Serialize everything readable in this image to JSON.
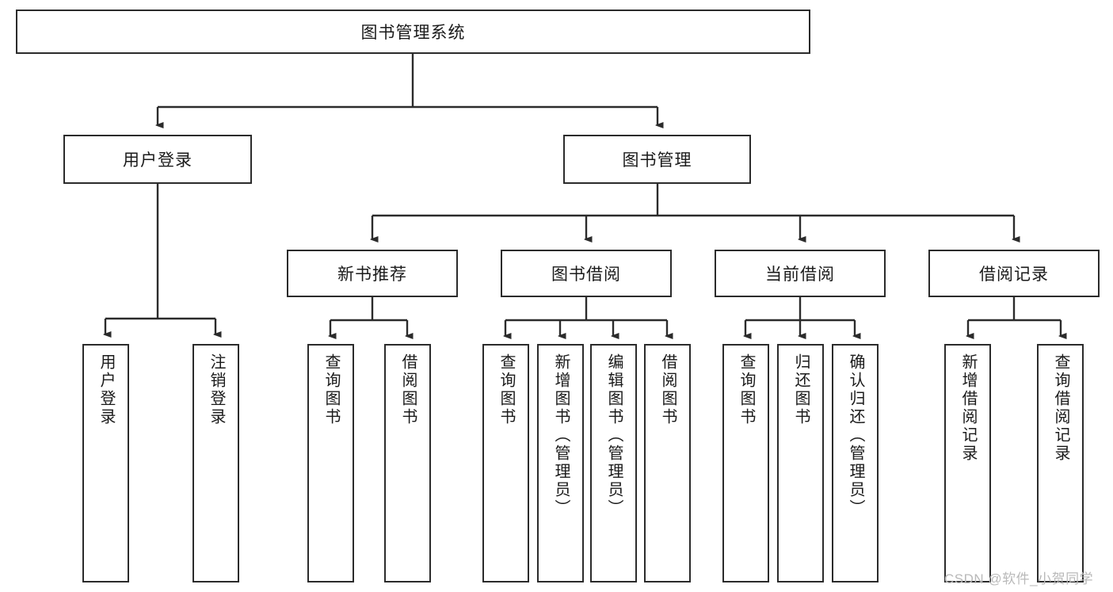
{
  "diagram": {
    "title": "图书管理系统",
    "type": "hierarchy-tree",
    "root": {
      "id": "root",
      "label": "图书管理系统"
    },
    "level2": [
      {
        "id": "user-login",
        "label": "用户登录"
      },
      {
        "id": "book-management",
        "label": "图书管理"
      }
    ],
    "level3": [
      {
        "id": "new-book-recommend",
        "label": "新书推荐",
        "parent": "book-management"
      },
      {
        "id": "book-borrow",
        "label": "图书借阅",
        "parent": "book-management"
      },
      {
        "id": "current-borrow",
        "label": "当前借阅",
        "parent": "book-management"
      },
      {
        "id": "borrow-record",
        "label": "借阅记录",
        "parent": "book-management"
      }
    ],
    "leaves": {
      "user-login": [
        {
          "id": "leaf-user-login",
          "label": "用户登录"
        },
        {
          "id": "leaf-logout",
          "label": "注销登录"
        }
      ],
      "new-book-recommend": [
        {
          "id": "leaf-query-book-1",
          "label": "查询图书"
        },
        {
          "id": "leaf-borrow-book-1",
          "label": "借阅图书"
        }
      ],
      "book-borrow": [
        {
          "id": "leaf-query-book-2",
          "label": "查询图书"
        },
        {
          "id": "leaf-add-book",
          "label": "新增图书（管理员）"
        },
        {
          "id": "leaf-edit-book",
          "label": "编辑图书（管理员）"
        },
        {
          "id": "leaf-borrow-book-2",
          "label": "借阅图书"
        }
      ],
      "current-borrow": [
        {
          "id": "leaf-query-book-3",
          "label": "查询图书"
        },
        {
          "id": "leaf-return-book",
          "label": "归还图书"
        },
        {
          "id": "leaf-confirm-return",
          "label": "确认归还（管理员）"
        }
      ],
      "borrow-record": [
        {
          "id": "leaf-add-record",
          "label": "新增借阅记录"
        },
        {
          "id": "leaf-query-record",
          "label": "查询借阅记录"
        }
      ]
    }
  },
  "watermark": {
    "text": "CSDN @软件_小贺同学"
  },
  "colors": {
    "stroke": "#2b2b2b",
    "background": "#ffffff",
    "text": "#1a1a1a",
    "watermark": "#b9b9b9"
  }
}
